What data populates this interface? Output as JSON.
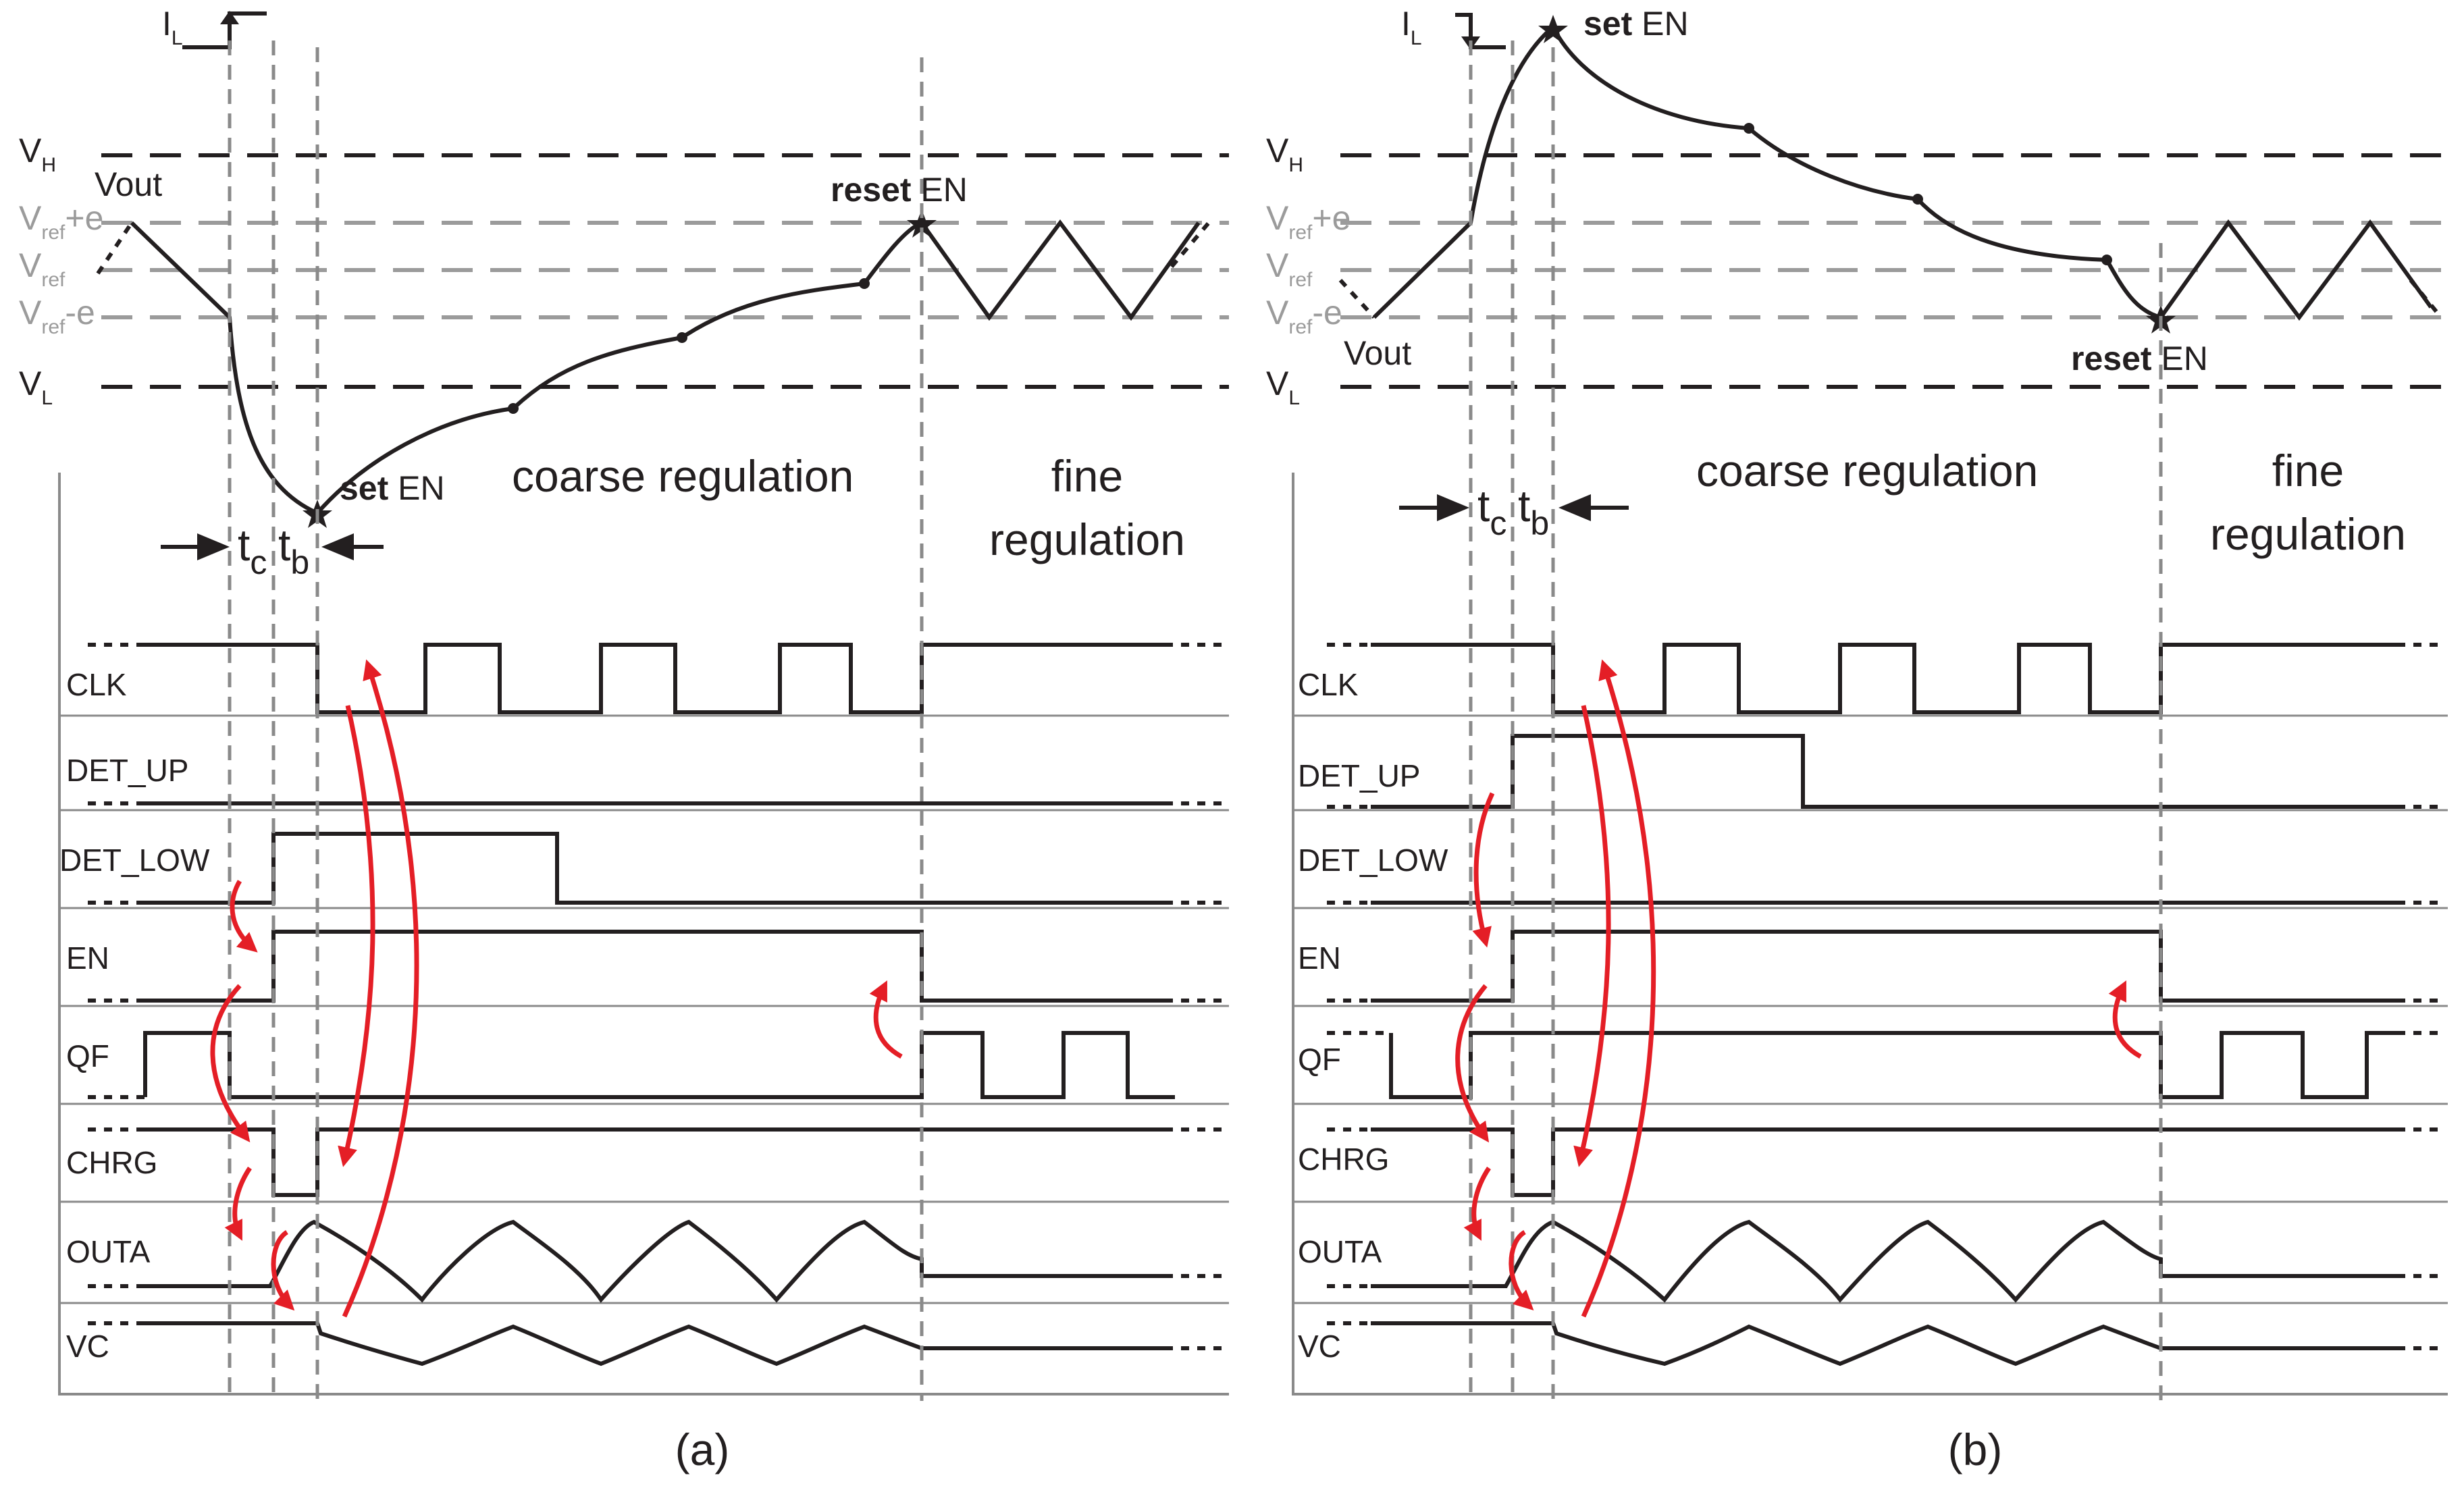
{
  "panels": [
    {
      "id": "a",
      "caption": "(a)",
      "il_label": "I",
      "il_sub": "L",
      "levels": [
        {
          "main": "V",
          "sub": "H",
          "suffix": ""
        },
        {
          "main": "V",
          "sub": "ref",
          "suffix": "+e"
        },
        {
          "main": "V",
          "sub": "ref",
          "suffix": ""
        },
        {
          "main": "V",
          "sub": "ref",
          "suffix": "-e"
        },
        {
          "main": "V",
          "sub": "L",
          "suffix": ""
        }
      ],
      "vout_label": "Vout",
      "set_bold": "set",
      "set_rest": " EN",
      "reset_bold": "reset",
      "reset_rest": " EN",
      "coarse_label": "coarse regulation",
      "fine_label_1": "fine",
      "fine_label_2": "regulation",
      "tc_main": "t",
      "tc_sub": "c",
      "tb_main": "t",
      "tb_sub": "b",
      "signals": [
        "CLK",
        "DET_UP",
        "DET_LOW",
        "EN",
        "QF",
        "CHRG",
        "OUTA",
        "VC"
      ]
    },
    {
      "id": "b",
      "caption": "(b)",
      "il_label": "I",
      "il_sub": "L",
      "levels": [
        {
          "main": "V",
          "sub": "H",
          "suffix": ""
        },
        {
          "main": "V",
          "sub": "ref",
          "suffix": "+e"
        },
        {
          "main": "V",
          "sub": "ref",
          "suffix": ""
        },
        {
          "main": "V",
          "sub": "ref",
          "suffix": "-e"
        },
        {
          "main": "V",
          "sub": "L",
          "suffix": ""
        }
      ],
      "vout_label": "Vout",
      "set_bold": "set",
      "set_rest": " EN",
      "reset_bold": "reset",
      "reset_rest": " EN",
      "coarse_label": "coarse regulation",
      "fine_label_1": "fine",
      "fine_label_2": "regulation",
      "tc_main": "t",
      "tc_sub": "c",
      "tb_main": "t",
      "tb_sub": "b",
      "signals": [
        "CLK",
        "DET_UP",
        "DET_LOW",
        "EN",
        "QF",
        "CHRG",
        "OUTA",
        "VC"
      ]
    }
  ],
  "colors": {
    "ink": "#231f20",
    "gray_level": "#9b9b9b",
    "guide": "#8a8a8a",
    "arrow": "#e41e26"
  }
}
